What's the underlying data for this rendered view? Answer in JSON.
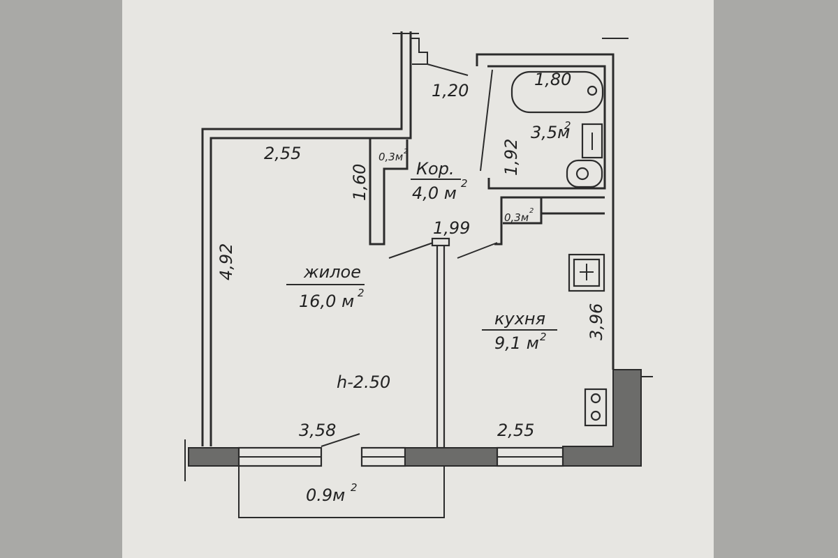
{
  "plan": {
    "rooms": {
      "living": {
        "name": "жилое",
        "area": "16,0 м",
        "area_sup": "2"
      },
      "corridor": {
        "name": "Кор.",
        "area": "4,0  м",
        "area_sup": "2"
      },
      "kitchen": {
        "name": "кухня",
        "area": "9,1 м",
        "area_sup": "2"
      },
      "bathroom": {
        "area": "3,5м",
        "area_sup": "2"
      },
      "balcony": {
        "area": "0.9м",
        "area_sup": "2"
      },
      "closet_1": {
        "area": "0,3м",
        "area_sup": "2"
      },
      "closet_2": {
        "area": "0,3м",
        "area_sup": "2"
      }
    },
    "ceiling_height": "h-2.50",
    "dimensions": {
      "entry_width": "1,20",
      "living_top": "2,55",
      "living_left": "4,92",
      "corridor_wall": "1,60",
      "corridor_width": "1,99",
      "bath_length": "1,80",
      "bath_height": "1,92",
      "kitchen_right": "3,96",
      "kitchen_bottom": "2,55",
      "living_bottom": "3,58"
    }
  },
  "colors": {
    "background": "#a9a9a6",
    "paper": "#e7e6e2",
    "ink": "#2b2b2b",
    "hatch": "#6c6c6a"
  }
}
